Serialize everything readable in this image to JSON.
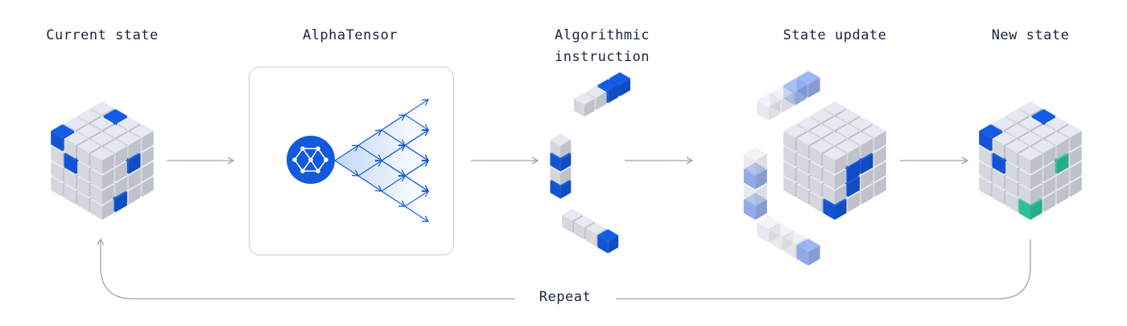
{
  "steps": [
    {
      "label": "Current state"
    },
    {
      "label": "AlphaTensor"
    },
    {
      "label": "Algorithmic\ninstruction"
    },
    {
      "label": "State update"
    },
    {
      "label": "New state"
    }
  ],
  "loop": {
    "label": "Repeat"
  },
  "icons": {
    "model": "alphatensor-network-icon",
    "tree": "search-tree-icon"
  },
  "colors": {
    "accent_blue": "#1259e0",
    "light_blue": "#8eaaf0",
    "teal": "#2ec9a0",
    "cube_gray": "#dfe2ea",
    "arrow_gray": "#9ea3b3",
    "text": "#1c2540"
  }
}
